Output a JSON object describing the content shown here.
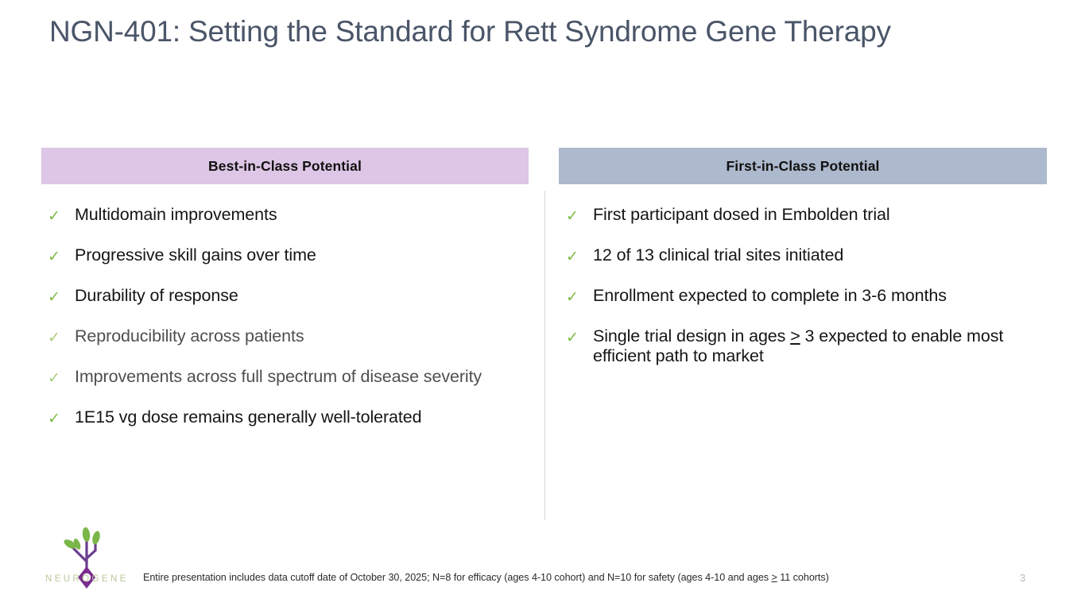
{
  "slide": {
    "title": "NGN-401: Setting the Standard for Rett Syndrome Gene Therapy",
    "page_number": "3",
    "footnote": "Entire presentation includes data cutoff date of October 30, 2025; N=8 for efficacy (ages 4-10 cohort) and N=10 for safety (ages 4-10 and ages ≥ 11 cohorts)",
    "footnote_parts": {
      "a": "Entire presentation includes data cutoff date of October 30, 2025; N=8 for efficacy (ages 4-10 cohort) and N=10 for safety (ages 4-10 and ages ",
      "gte": ">",
      "b": " 11 cohorts)"
    }
  },
  "columns": {
    "left": {
      "header": "Best-in-Class Potential",
      "header_bg": "#dec6e6",
      "bullets": [
        {
          "text": "Multidomain improvements",
          "dim": false
        },
        {
          "text": "Progressive skill gains over time",
          "dim": false
        },
        {
          "text": "Durability of response",
          "dim": false
        },
        {
          "text": "Reproducibility across patients",
          "dim": true
        },
        {
          "text": "Improvements across full spectrum of disease severity",
          "dim": true
        },
        {
          "text": "1E15 vg dose remains generally well-tolerated",
          "dim": false
        }
      ]
    },
    "right": {
      "header": "First-in-Class Potential",
      "header_bg": "#adb9cc",
      "bullets": [
        {
          "text": "First participant dosed in Embolden trial",
          "dim": false
        },
        {
          "text": "12 of 13 clinical trial sites initiated",
          "dim": false
        },
        {
          "text": "Enrollment expected to complete in 3-6 months",
          "dim": false
        },
        {
          "rich": true,
          "pre": "Single trial design in ages ",
          "gte": ">",
          "post": " 3 expected to enable most efficient path to market",
          "dim": false
        }
      ]
    }
  },
  "icons": {
    "check": "✓"
  },
  "logo": {
    "wordmark": "NEUROGENE",
    "stem_color": "#6b3d8f",
    "leaf_color": "#7ab648",
    "diamond_color": "#7b2d8e",
    "wordmark_color": "#b9c99a"
  },
  "theme": {
    "title_color": "#4a5568",
    "check_color": "#7dbb45",
    "divider_color": "#d6d6d6",
    "page_number_color": "#b9b9b9"
  }
}
